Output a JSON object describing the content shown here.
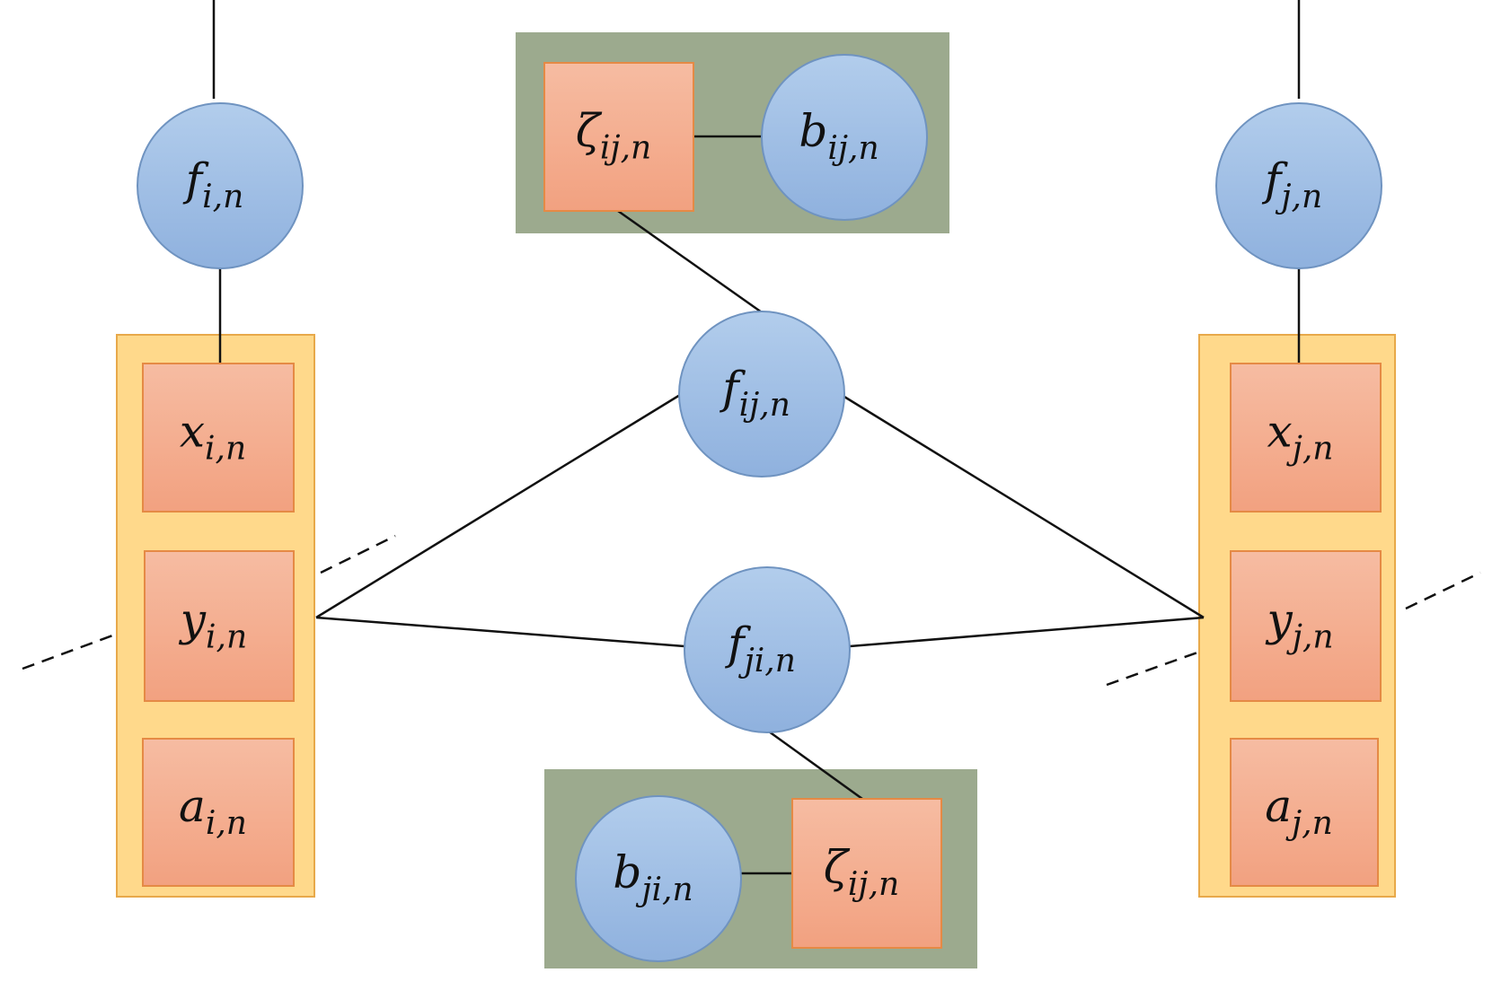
{
  "colors": {
    "circle_top": "#b2cdec",
    "circle_bottom": "#8fb1de",
    "circle_stroke": "#6f93c0",
    "square_top": "#f6bca2",
    "square_bottom": "#f2a180",
    "square_stroke": "#e58a45",
    "group_fill": "#ffd98b",
    "group_stroke": "#e8a94a",
    "box_fill": "#9caa8e",
    "line": "#111111"
  },
  "nodes": {
    "f_i": {
      "base": "f",
      "sub": "i,n",
      "shape": "circle"
    },
    "f_j": {
      "base": "f",
      "sub": "j,n",
      "shape": "circle"
    },
    "f_ij": {
      "base": "f",
      "sub": "ij,n",
      "shape": "circle"
    },
    "f_ji": {
      "base": "f",
      "sub": "ji,n",
      "shape": "circle"
    },
    "b_ij": {
      "base": "b",
      "sub": "ij,n",
      "shape": "circle"
    },
    "b_ji": {
      "base": "b",
      "sub": "ji,n",
      "shape": "circle"
    },
    "zeta_top": {
      "base": "ζ",
      "sub": "ij,n",
      "shape": "square"
    },
    "zeta_bottom": {
      "base": "ζ",
      "sub": "ij,n",
      "shape": "square"
    },
    "x_i": {
      "base": "x",
      "sub": "i,n",
      "shape": "square"
    },
    "y_i": {
      "base": "y",
      "sub": "i,n",
      "shape": "square"
    },
    "a_i": {
      "base": "a",
      "sub": "i,n",
      "shape": "square"
    },
    "x_j": {
      "base": "x",
      "sub": "j,n",
      "shape": "square"
    },
    "y_j": {
      "base": "y",
      "sub": "j,n",
      "shape": "square"
    },
    "a_j": {
      "base": "a",
      "sub": "j,n",
      "shape": "square"
    }
  },
  "groups": {
    "agent_i": [
      "x_i",
      "y_i",
      "a_i"
    ],
    "agent_j": [
      "x_j",
      "y_j",
      "a_j"
    ],
    "box_top": [
      "zeta_top",
      "b_ij"
    ],
    "box_bottom": [
      "b_ji",
      "zeta_bottom"
    ]
  },
  "edges": [
    [
      "f_i",
      "x_i"
    ],
    [
      "f_j",
      "x_j"
    ],
    [
      "zeta_top",
      "b_ij"
    ],
    [
      "zeta_top",
      "f_ij"
    ],
    [
      "f_ij",
      "y_i"
    ],
    [
      "f_ij",
      "y_j"
    ],
    [
      "f_ji",
      "y_i"
    ],
    [
      "f_ji",
      "y_j"
    ],
    [
      "f_ji",
      "zeta_bottom"
    ],
    [
      "b_ji",
      "zeta_bottom"
    ]
  ]
}
